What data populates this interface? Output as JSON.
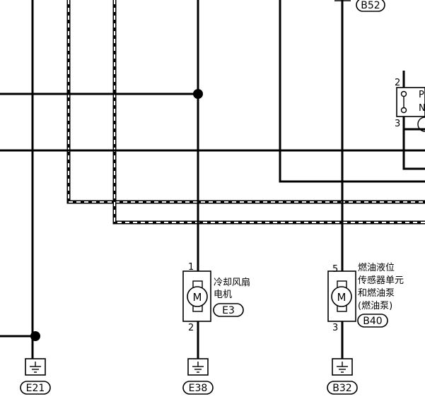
{
  "connectors": {
    "b52": "B52",
    "e3": "E3",
    "b40": "B40",
    "e21": "E21",
    "e38": "E38",
    "b32": "B32"
  },
  "fan_motor": {
    "pin_top": "1",
    "pin_bottom": "2",
    "label_line1": "冷却风扇",
    "label_line2": "电机",
    "motor_letter": "M"
  },
  "fuel_pump": {
    "pin_top": "5",
    "pin_bottom": "3",
    "label_line1": "燃油液位",
    "label_line2": "传感器单元",
    "label_line3": "和燃油泵",
    "label_line4": "(燃油泵)",
    "motor_letter": "M"
  },
  "switch_component": {
    "pin_top": "2",
    "pin_bottom": "3",
    "label_partial_1": "P",
    "label_partial_2": "N"
  }
}
